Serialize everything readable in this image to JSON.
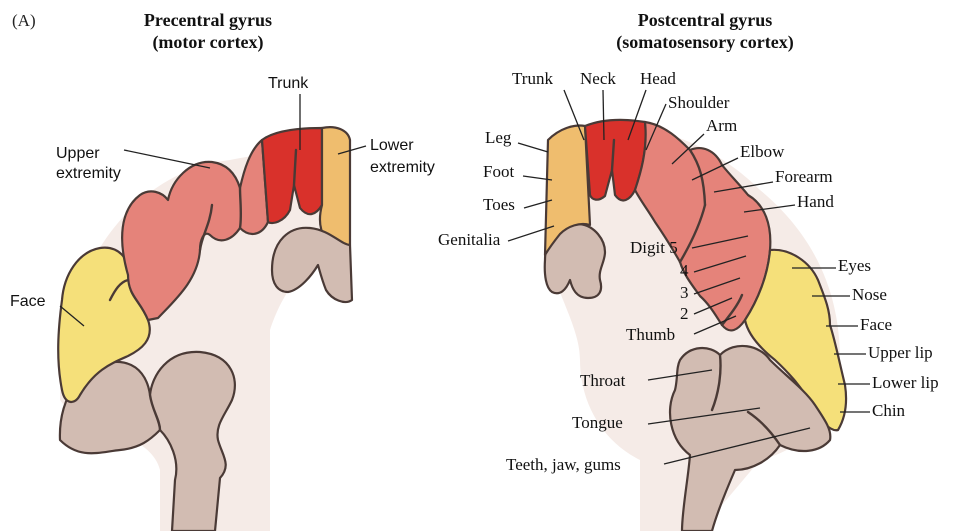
{
  "panel_label": "(A)",
  "motor": {
    "title_line1": "Precentral gyrus",
    "title_line2": "(motor cortex)",
    "labels": {
      "trunk": "Trunk",
      "upper_extremity_1": "Upper",
      "upper_extremity_2": "extremity",
      "lower_extremity_1": "Lower",
      "lower_extremity_2": "extremity",
      "face": "Face"
    }
  },
  "sensory": {
    "title_line1": "Postcentral gyrus",
    "title_line2": "(somatosensory cortex)",
    "labels": {
      "trunk": "Trunk",
      "neck": "Neck",
      "head": "Head",
      "shoulder": "Shoulder",
      "arm": "Arm",
      "elbow": "Elbow",
      "forearm": "Forearm",
      "hand": "Hand",
      "leg": "Leg",
      "foot": "Foot",
      "toes": "Toes",
      "genitalia": "Genitalia",
      "digit5": "Digit 5",
      "digit4": "4",
      "digit3": "3",
      "digit2": "2",
      "thumb": "Thumb",
      "eyes": "Eyes",
      "nose": "Nose",
      "face": "Face",
      "upper_lip": "Upper lip",
      "lower_lip": "Lower lip",
      "chin": "Chin",
      "throat": "Throat",
      "tongue": "Tongue",
      "teeth": "Teeth, jaw, gums"
    }
  },
  "colors": {
    "trunk_red": "#d9312b",
    "arm_pink": "#e5837a",
    "leg_orange": "#efbd6e",
    "face_yellow": "#f5e07a",
    "tissue_brown": "#d2bcb2",
    "white_matter": "#f5ebe7",
    "outline": "#4a3a36"
  }
}
